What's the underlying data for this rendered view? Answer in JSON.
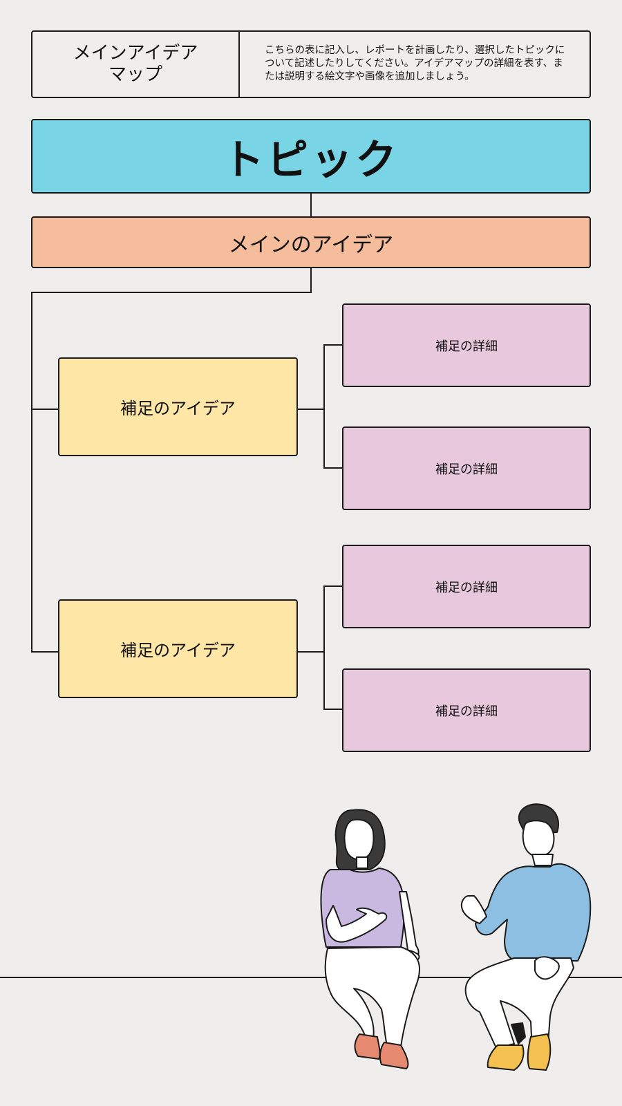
{
  "header": {
    "title": "メインアイデア\nマップ",
    "description": "こちらの表に記入し、レポートを計画したり、選択したトピックについて記述したりしてください。アイデアマップの詳細を表す、または説明する絵文字や画像を追加しましょう。"
  },
  "topic": {
    "label": "トピック"
  },
  "main_idea": {
    "label": "メインのアイデア"
  },
  "supporting_ideas": [
    {
      "label": "補足のアイデア",
      "details": [
        "補足の詳細",
        "補足の詳細"
      ]
    },
    {
      "label": "補足のアイデア",
      "details": [
        "補足の詳細",
        "補足の詳細"
      ]
    }
  ],
  "colors": {
    "background": "#efeeed",
    "topic": "#79d5e6",
    "main_idea": "#f6bd9c",
    "supporting_idea": "#fee6a7",
    "detail": "#e8c8dc",
    "woman_shirt": "#c9b9e0",
    "man_sweater": "#8dbfe3",
    "sneakers": "#e58a70",
    "boots": "#f4c150"
  },
  "illustration": {
    "people": [
      "woman-sitting",
      "man-sitting"
    ]
  }
}
